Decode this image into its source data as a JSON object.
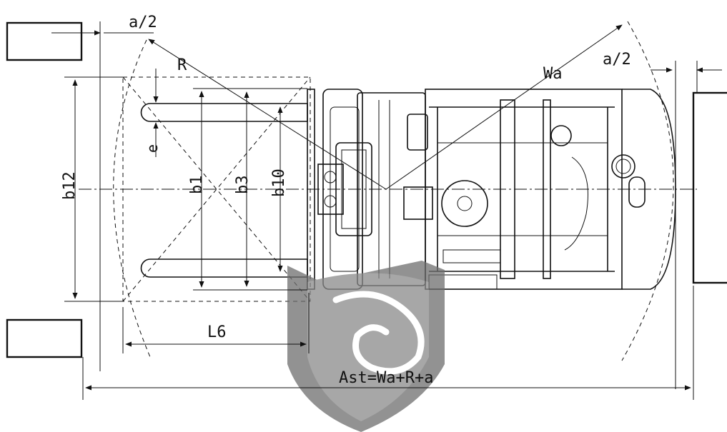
{
  "labels": {
    "a_half_left": "a/2",
    "a_half_right": "a/2",
    "R": "R",
    "Wa": "Wa",
    "e": "e",
    "b12": "b12",
    "b1": "b1",
    "b3": "b3",
    "b10": "b10",
    "L6": "L6",
    "ast_formula": "Ast=Wa+R+a"
  },
  "icons": {
    "brick_wall": "brick-wall-icon",
    "watermark": "dragon-shield-watermark"
  }
}
